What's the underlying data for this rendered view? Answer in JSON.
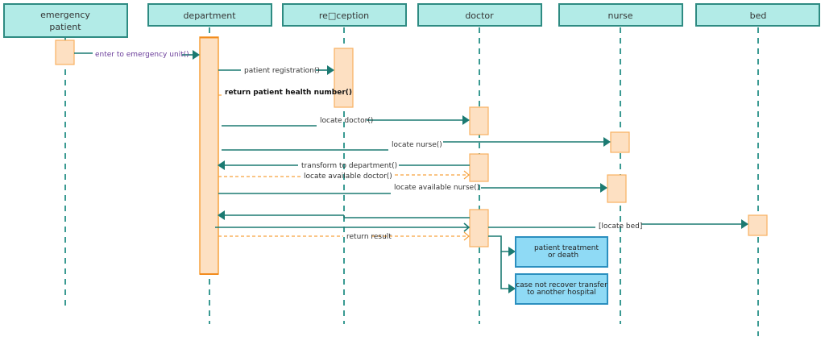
{
  "diagram": {
    "type": "sequence",
    "actors": [
      {
        "id": "emergency_patient",
        "lines": [
          "emergency",
          "patient"
        ]
      },
      {
        "id": "department",
        "lines": [
          "department"
        ]
      },
      {
        "id": "reception",
        "lines": [
          "re□ception"
        ]
      },
      {
        "id": "doctor",
        "lines": [
          "doctor"
        ]
      },
      {
        "id": "nurse",
        "lines": [
          "nurse"
        ]
      },
      {
        "id": "bed",
        "lines": [
          "bed"
        ]
      }
    ],
    "messages": [
      {
        "from": "emergency_patient",
        "to": "department",
        "label": "enter to emergency unit()",
        "style": "sync"
      },
      {
        "from": "department",
        "to": "reception",
        "label": "patient registration()",
        "style": "sync"
      },
      {
        "from": "reception",
        "to": "department",
        "label": "return patient health number()",
        "style": "return"
      },
      {
        "from": "department",
        "to": "doctor",
        "label": "locate doctor()",
        "style": "sync"
      },
      {
        "from": "department",
        "to": "nurse",
        "label": "locate nurse()",
        "style": "sync"
      },
      {
        "from": "doctor",
        "to": "department",
        "label": "transform to department()",
        "style": "sync"
      },
      {
        "from": "department",
        "to": "doctor",
        "label": "locate available doctor()",
        "style": "return"
      },
      {
        "from": "department",
        "to": "nurse",
        "label": "locate available nurse()",
        "style": "sync"
      },
      {
        "from": "doctor",
        "to": "department",
        "label": "",
        "style": "sync"
      },
      {
        "from": "department",
        "to": "doctor",
        "label": "",
        "style": "async"
      },
      {
        "from": "doctor",
        "to": "bed",
        "label": "[locate bed]",
        "style": "sync"
      },
      {
        "from": "department",
        "to": "doctor",
        "label": "return result",
        "style": "return"
      }
    ],
    "outcomes": [
      {
        "lines": [
          "patient treatment",
          "or death"
        ]
      },
      {
        "lines": [
          "case not recover transfer",
          "to another hospital"
        ]
      }
    ]
  }
}
